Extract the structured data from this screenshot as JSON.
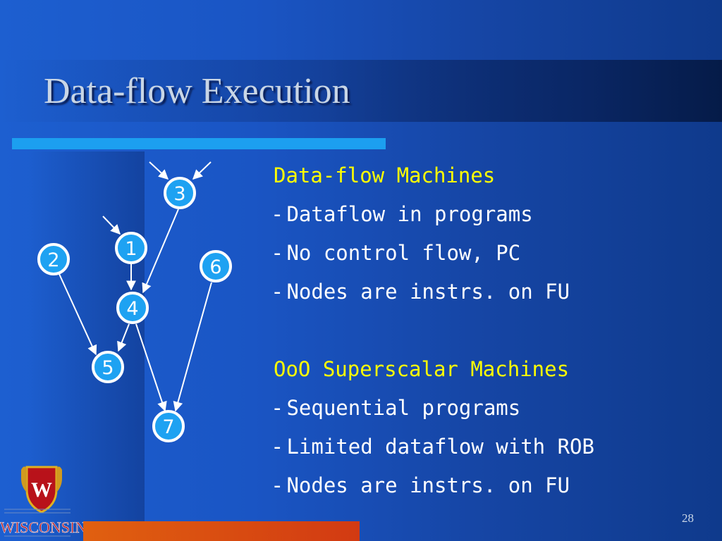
{
  "slide": {
    "title": "Data-flow Execution",
    "page_number": "28"
  },
  "diagram": {
    "nodes": [
      {
        "id": "3",
        "label": "3"
      },
      {
        "id": "1",
        "label": "1"
      },
      {
        "id": "2",
        "label": "2"
      },
      {
        "id": "6",
        "label": "6"
      },
      {
        "id": "4",
        "label": "4"
      },
      {
        "id": "5",
        "label": "5"
      },
      {
        "id": "7",
        "label": "7"
      }
    ],
    "edges": [
      {
        "from": "input",
        "to": "3"
      },
      {
        "from": "input",
        "to": "3"
      },
      {
        "from": "input",
        "to": "1"
      },
      {
        "from": "1",
        "to": "4"
      },
      {
        "from": "3",
        "to": "4"
      },
      {
        "from": "2",
        "to": "5"
      },
      {
        "from": "4",
        "to": "5"
      },
      {
        "from": "4",
        "to": "7"
      },
      {
        "from": "6",
        "to": "7"
      }
    ],
    "node_fill": "#1ea2f2",
    "edge_color": "#ffffff"
  },
  "content": {
    "heading_1": "Data-flow Machines",
    "items_1": [
      {
        "bullet": "-",
        "text": "Dataflow in programs"
      },
      {
        "bullet": "-",
        "text": "No control flow, PC"
      },
      {
        "bullet": "-",
        "text": "Nodes are instrs. on FU"
      }
    ],
    "heading_2": "OoO Superscalar Machines",
    "items_2": [
      {
        "bullet": "-",
        "text": "Sequential programs"
      },
      {
        "bullet": "-",
        "text": "Limited dataflow with ROB"
      },
      {
        "bullet": "-",
        "text": "Nodes are instrs. on FU"
      }
    ],
    "heading_color": "#ffff00",
    "text_color": "#ffffff"
  },
  "logo": {
    "icon": "wisconsin-crest-icon",
    "text": "WISCONSIN"
  }
}
